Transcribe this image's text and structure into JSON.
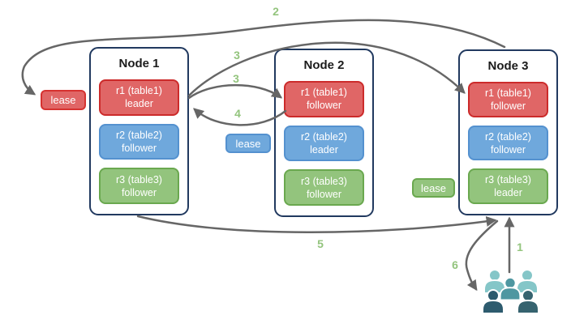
{
  "diagram": {
    "nodes": [
      {
        "title": "Node 1",
        "replicas": [
          {
            "name": "r1 (table1)",
            "role": "leader",
            "color": "red"
          },
          {
            "name": "r2 (table2)",
            "role": "follower",
            "color": "blue"
          },
          {
            "name": "r3 (table3)",
            "role": "follower",
            "color": "green"
          }
        ]
      },
      {
        "title": "Node 2",
        "replicas": [
          {
            "name": "r1 (table1)",
            "role": "follower",
            "color": "red"
          },
          {
            "name": "r2 (table2)",
            "role": "leader",
            "color": "blue"
          },
          {
            "name": "r3 (table3)",
            "role": "follower",
            "color": "green"
          }
        ]
      },
      {
        "title": "Node 3",
        "replicas": [
          {
            "name": "r1 (table1)",
            "role": "follower",
            "color": "red"
          },
          {
            "name": "r2 (table2)",
            "role": "follower",
            "color": "blue"
          },
          {
            "name": "r3 (table3)",
            "role": "leader",
            "color": "green"
          }
        ]
      }
    ],
    "leases": [
      {
        "label": "lease",
        "color": "red"
      },
      {
        "label": "lease",
        "color": "blue"
      },
      {
        "label": "lease",
        "color": "green"
      }
    ],
    "steps": [
      {
        "text": "1"
      },
      {
        "text": "2"
      },
      {
        "text": "3"
      },
      {
        "text": "3"
      },
      {
        "text": "4"
      },
      {
        "text": "5"
      },
      {
        "text": "6"
      }
    ],
    "icons": {
      "clients": "users-group-icon"
    },
    "colors": {
      "red_fill": "#e06666",
      "red_border": "#cc2b2b",
      "blue_fill": "#6fa8dc",
      "blue_border": "#5491cf",
      "green_fill": "#93c47d",
      "green_border": "#6aa84f",
      "node_border": "#21395f",
      "arrow": "#666666",
      "step_label": "#93c47d",
      "users_light": "#85c6c8",
      "users_mid": "#4f97a1",
      "users_dark": "#2d5b6e"
    }
  }
}
